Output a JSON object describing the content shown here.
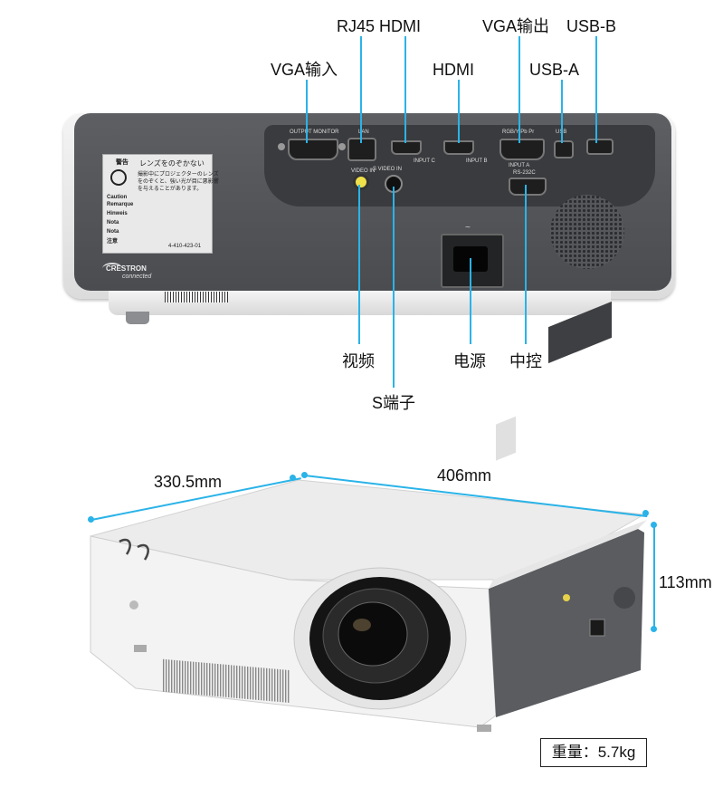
{
  "top_labels": {
    "rj45_hdmi": "RJ45 HDMI",
    "vga_out": "VGA输出",
    "usb_b": "USB-B",
    "vga_in": "VGA输入",
    "hdmi": "HDMI",
    "usb_a": "USB-A"
  },
  "bottom_labels": {
    "video": "视频",
    "power": "电源",
    "control": "中控",
    "svideo": "S端子"
  },
  "panel_text": {
    "warning_title": "警告",
    "warning_jp": "レンズをのぞかない",
    "warning_body1": "撮影中にプロジェクターのレンズ",
    "warning_body2": "をのぞくと、強い光が目に悪影響",
    "warning_body3": "を与えることがあります。",
    "caution": "Caution",
    "remarque": "Remarque",
    "hinweis": "Hinweis",
    "nota": "Nota",
    "nota2": "Nota",
    "zhuyi": "注意",
    "part_no": "4-410-423-01",
    "crestron": "CRESTRON",
    "connected": "connected",
    "output_monitor": "OUTPUT MONITOR",
    "lan": "LAN",
    "video_in": "VIDEO IN",
    "s_video_in": "S VIDEO IN",
    "input_c": "INPUT C",
    "input_b": "INPUT B",
    "input_a": "INPUT A",
    "rs232c": "RS-232C",
    "rgb_in": "RGB/Y Pb Pr",
    "usb": "USB"
  },
  "dimensions": {
    "depth": "330.5mm",
    "width": "406mm",
    "height": "113mm"
  },
  "weight": "重量：5.7kg",
  "colors": {
    "accent": "#2ab3e8",
    "panel": "#4f5155",
    "body": "#f2f2f2"
  }
}
